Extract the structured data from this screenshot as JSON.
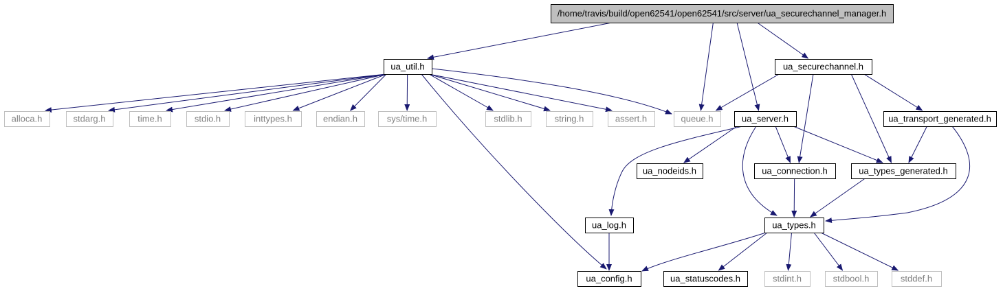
{
  "nodes": [
    {
      "id": "root",
      "label": "/home/travis/build/open62541/open62541/src/server/ua_securechannel_manager.h",
      "style": "root"
    },
    {
      "id": "ua_util",
      "label": "ua_util.h",
      "style": "file"
    },
    {
      "id": "ua_securechannel",
      "label": "ua_securechannel.h",
      "style": "file"
    },
    {
      "id": "alloca",
      "label": "alloca.h",
      "style": "system"
    },
    {
      "id": "stdarg",
      "label": "stdarg.h",
      "style": "system"
    },
    {
      "id": "time",
      "label": "time.h",
      "style": "system"
    },
    {
      "id": "stdio",
      "label": "stdio.h",
      "style": "system"
    },
    {
      "id": "inttypes",
      "label": "inttypes.h",
      "style": "system"
    },
    {
      "id": "endian",
      "label": "endian.h",
      "style": "system"
    },
    {
      "id": "systime",
      "label": "sys/time.h",
      "style": "system"
    },
    {
      "id": "stdlib",
      "label": "stdlib.h",
      "style": "system"
    },
    {
      "id": "string",
      "label": "string.h",
      "style": "system"
    },
    {
      "id": "assert",
      "label": "assert.h",
      "style": "system"
    },
    {
      "id": "queue",
      "label": "queue.h",
      "style": "system"
    },
    {
      "id": "ua_server",
      "label": "ua_server.h",
      "style": "file"
    },
    {
      "id": "ua_transport_generated",
      "label": "ua_transport_generated.h",
      "style": "file"
    },
    {
      "id": "ua_nodeids",
      "label": "ua_nodeids.h",
      "style": "file"
    },
    {
      "id": "ua_connection",
      "label": "ua_connection.h",
      "style": "file"
    },
    {
      "id": "ua_types_generated",
      "label": "ua_types_generated.h",
      "style": "file"
    },
    {
      "id": "ua_log",
      "label": "ua_log.h",
      "style": "file"
    },
    {
      "id": "ua_types",
      "label": "ua_types.h",
      "style": "file"
    },
    {
      "id": "ua_config",
      "label": "ua_config.h",
      "style": "file"
    },
    {
      "id": "ua_statuscodes",
      "label": "ua_statuscodes.h",
      "style": "file"
    },
    {
      "id": "stdint",
      "label": "stdint.h",
      "style": "system"
    },
    {
      "id": "stdbool",
      "label": "stdbool.h",
      "style": "system"
    },
    {
      "id": "stddef",
      "label": "stddef.h",
      "style": "system"
    }
  ],
  "edges": [
    [
      "root",
      "ua_util"
    ],
    [
      "root",
      "queue"
    ],
    [
      "root",
      "ua_server"
    ],
    [
      "root",
      "ua_securechannel"
    ],
    [
      "ua_util",
      "alloca"
    ],
    [
      "ua_util",
      "stdarg"
    ],
    [
      "ua_util",
      "time"
    ],
    [
      "ua_util",
      "stdio"
    ],
    [
      "ua_util",
      "inttypes"
    ],
    [
      "ua_util",
      "endian"
    ],
    [
      "ua_util",
      "systime"
    ],
    [
      "ua_util",
      "stdlib"
    ],
    [
      "ua_util",
      "string"
    ],
    [
      "ua_util",
      "assert"
    ],
    [
      "ua_util",
      "queue"
    ],
    [
      "ua_util",
      "ua_config"
    ],
    [
      "ua_securechannel",
      "queue"
    ],
    [
      "ua_securechannel",
      "ua_connection"
    ],
    [
      "ua_securechannel",
      "ua_types_generated"
    ],
    [
      "ua_securechannel",
      "ua_transport_generated"
    ],
    [
      "ua_server",
      "ua_nodeids"
    ],
    [
      "ua_server",
      "ua_connection"
    ],
    [
      "ua_server",
      "ua_types_generated"
    ],
    [
      "ua_server",
      "ua_log"
    ],
    [
      "ua_server",
      "ua_types"
    ],
    [
      "ua_transport_generated",
      "ua_types_generated"
    ],
    [
      "ua_transport_generated",
      "ua_types"
    ],
    [
      "ua_connection",
      "ua_types"
    ],
    [
      "ua_types_generated",
      "ua_types"
    ],
    [
      "ua_log",
      "ua_config"
    ],
    [
      "ua_types",
      "ua_config"
    ],
    [
      "ua_types",
      "ua_statuscodes"
    ],
    [
      "ua_types",
      "stdint"
    ],
    [
      "ua_types",
      "stdbool"
    ],
    [
      "ua_types",
      "stddef"
    ]
  ],
  "colors": {
    "edge": "#191970",
    "file_border": "#000000",
    "file_text": "#000000",
    "system_border": "#bfbfbf",
    "system_text": "#7f7f7f",
    "root_fill": "#bfbfbf"
  }
}
